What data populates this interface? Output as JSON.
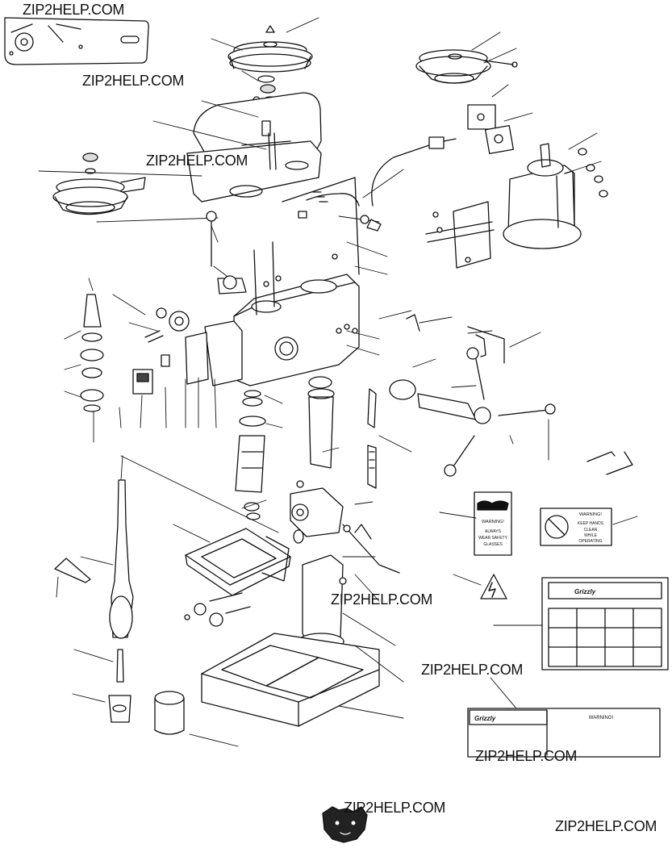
{
  "watermarks": [
    "ZIP2HELP.COM",
    "ZIP2HELP.COM",
    "ZIP2HELP.COM",
    "ZIP2HELP.COM",
    "ZIP2HELP.COM",
    "ZIP2HELP.COM",
    "ZIP2HELP.COM",
    "ZIP2HELP.COM"
  ],
  "labels": {
    "warning_glasses": "WARNING!",
    "warning_glasses_line1": "ALWAYS",
    "warning_glasses_line2": "WEAR SAFETY",
    "warning_glasses_line3": "GLASSES",
    "warning_hands": "WARNING!",
    "warning_hands_line1": "KEEP HANDS",
    "warning_hands_line2": "CLEAR",
    "warning_hands_line3": "WHILE",
    "warning_hands_line4": "OPERATING",
    "speed_chart_brand": "Grizzly",
    "id_plate_brand": "Grizzly",
    "id_plate_warning": "WARNING!"
  },
  "icons": [
    "bear-logo-icon",
    "electrical-hazard-icon",
    "safety-glasses-icon",
    "no-hands-icon"
  ]
}
